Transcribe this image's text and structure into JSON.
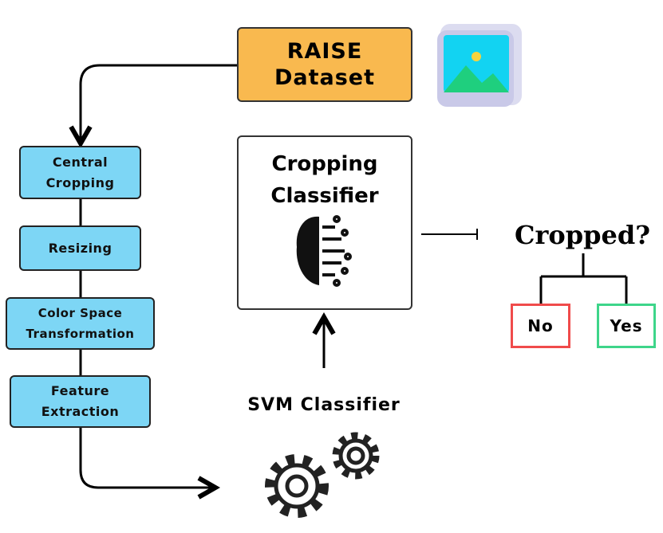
{
  "dataset": {
    "label": "RAISE Dataset",
    "color": "#f9b94f"
  },
  "steps": [
    {
      "label": "Central Cropping"
    },
    {
      "label": "Resizing"
    },
    {
      "label": "Color Space Transformation"
    },
    {
      "label": "Feature Extraction"
    }
  ],
  "classifier": {
    "label": "Cropping Classifier"
  },
  "svm": {
    "label": "SVM Classifier"
  },
  "question": {
    "label": "Cropped?"
  },
  "answers": {
    "no": "No",
    "yes": "Yes",
    "no_color": "#f04b4b",
    "yes_color": "#3ed58a"
  },
  "step_color": "#7dd6f5"
}
